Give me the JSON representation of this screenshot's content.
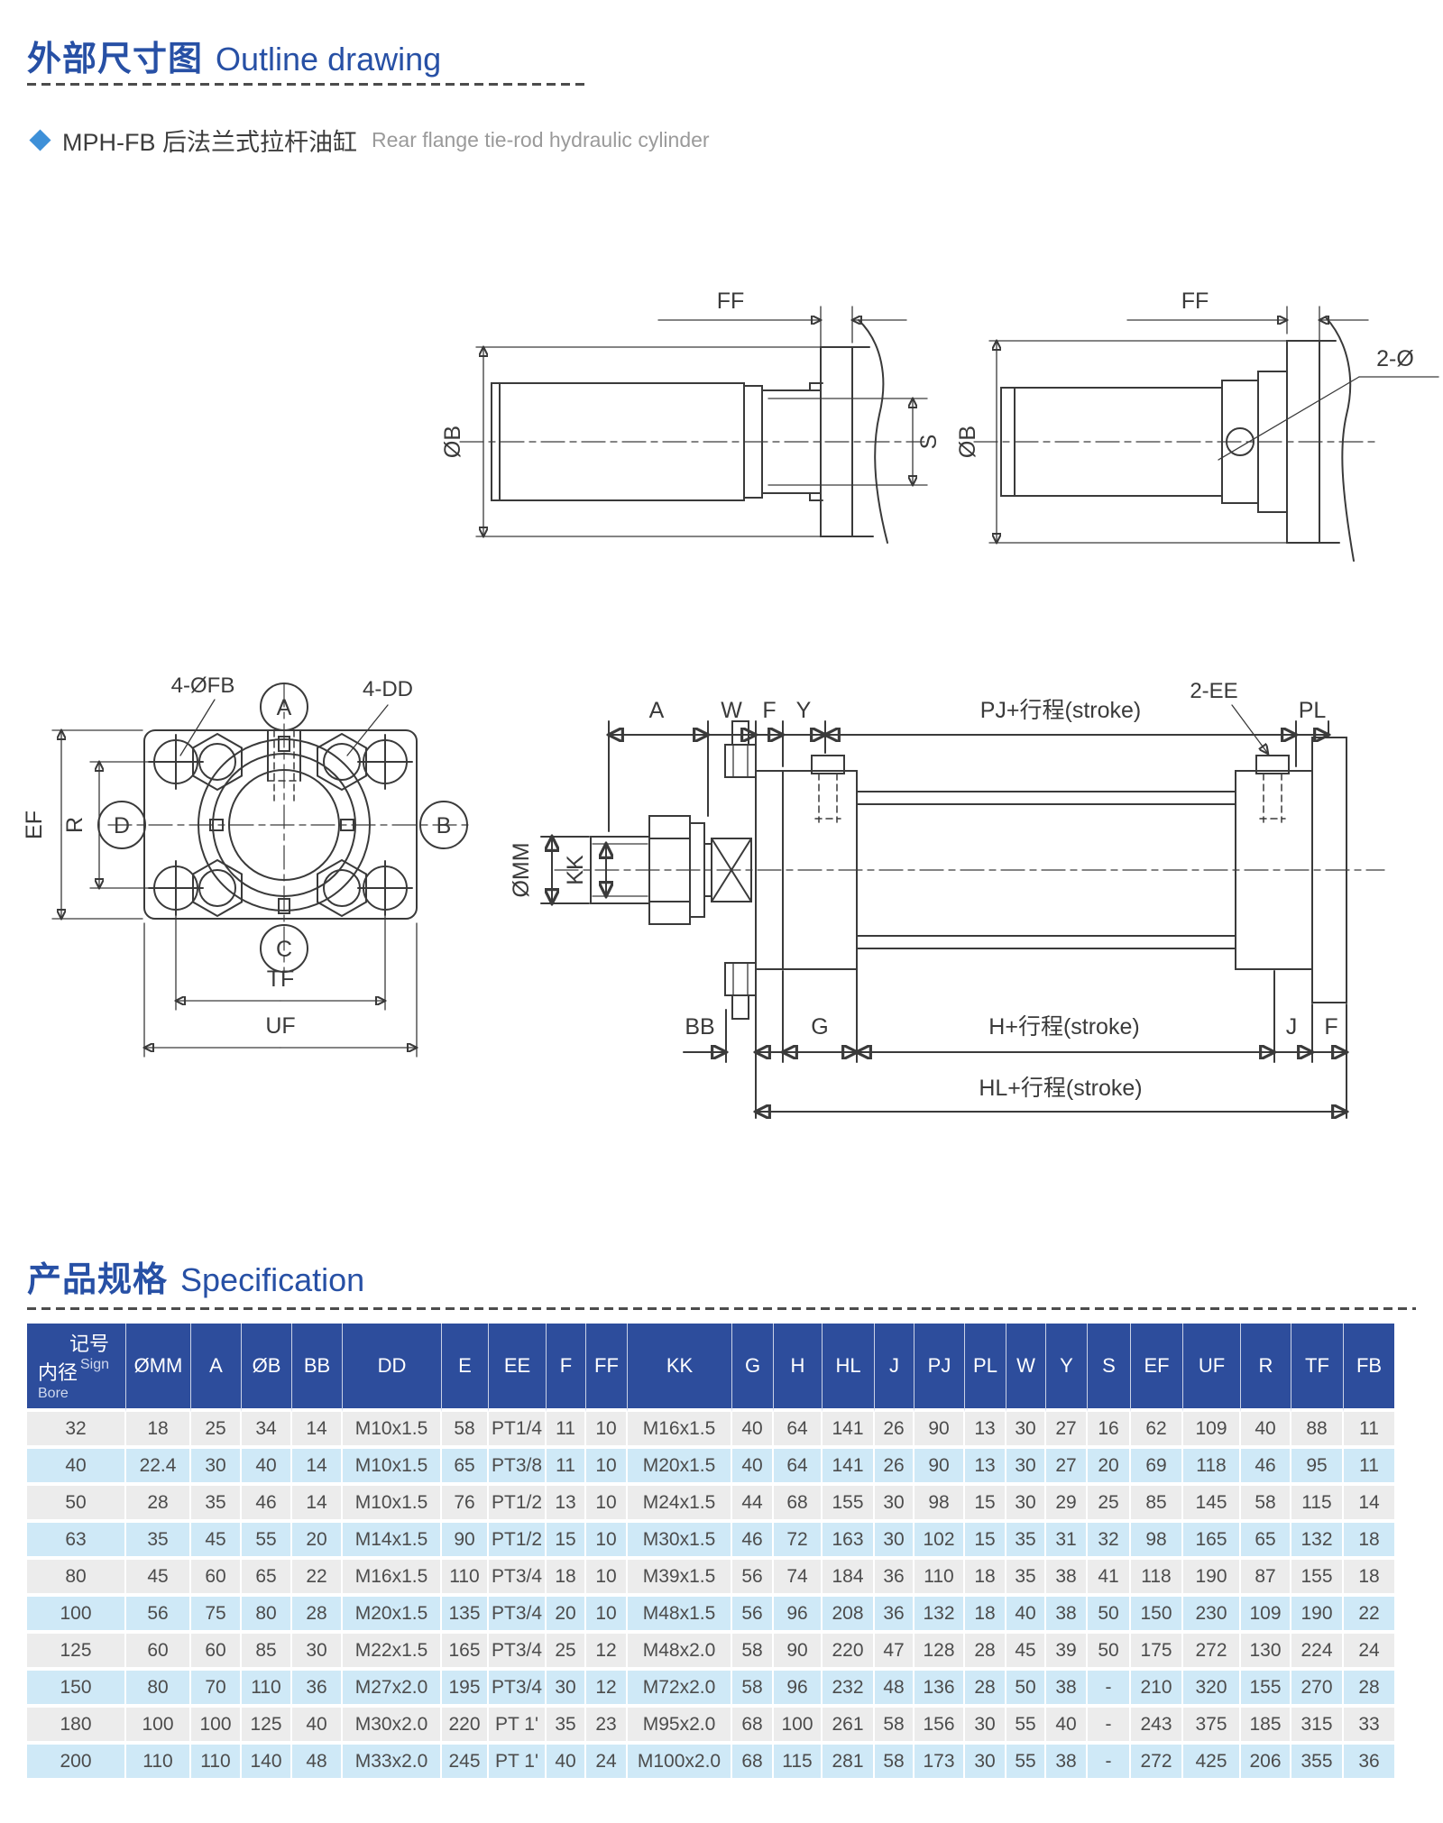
{
  "header": {
    "title_zh": "外部尺寸图",
    "title_en": "Outline drawing",
    "bullet_zh": "MPH-FB 后法兰式拉杆油缸",
    "bullet_en": "Rear flange tie-rod hydraulic cylinder"
  },
  "spec_header": {
    "title_zh": "产品规格",
    "title_en": "Specification"
  },
  "colors": {
    "heading_blue": "#2750a5",
    "diamond_blue": "#3e90d8",
    "table_header_blue": "#2d4d9c",
    "row_gray": "#ececec",
    "row_blue": "#cfe9f7",
    "line_color": "#3a3a3a"
  },
  "drawings": {
    "rod_end_left": {
      "ff": "FF",
      "ob": "ØB",
      "s": "S"
    },
    "rod_end_right": {
      "ff": "FF",
      "ob": "ØB",
      "hole": "2-Ø"
    },
    "flange_front": {
      "fb": "4-ØFB",
      "dd": "4-DD",
      "a": "A",
      "b": "B",
      "c": "C",
      "d": "D",
      "ef": "EF",
      "r": "R",
      "tf": "TF",
      "uf": "UF"
    },
    "side_view": {
      "a": "A",
      "w": "W",
      "f": "F",
      "y": "Y",
      "pj": "PJ+行程(stroke)",
      "pl": "PL",
      "ee": "2-EE",
      "omm": "ØMM",
      "kk": "KK",
      "bb": "BB",
      "g": "G",
      "h": "H+行程(stroke)",
      "j": "J",
      "f2": "F",
      "hl": "HL+行程(stroke)"
    }
  },
  "spec_table": {
    "corner": {
      "sign_zh": "记号",
      "sign_en": "Sign",
      "bore_zh": "内径",
      "bore_en": "Bore"
    },
    "columns": [
      "ØMM",
      "A",
      "ØB",
      "BB",
      "DD",
      "E",
      "EE",
      "F",
      "FF",
      "KK",
      "G",
      "H",
      "HL",
      "J",
      "PJ",
      "PL",
      "W",
      "Y",
      "S",
      "EF",
      "UF",
      "R",
      "TF",
      "FB"
    ],
    "rows": [
      {
        "bore": "32",
        "values": [
          "18",
          "25",
          "34",
          "14",
          "M10x1.5",
          "58",
          "PT1/4",
          "11",
          "10",
          "M16x1.5",
          "40",
          "64",
          "141",
          "26",
          "90",
          "13",
          "30",
          "27",
          "16",
          "62",
          "109",
          "40",
          "88",
          "11"
        ]
      },
      {
        "bore": "40",
        "values": [
          "22.4",
          "30",
          "40",
          "14",
          "M10x1.5",
          "65",
          "PT3/8",
          "11",
          "10",
          "M20x1.5",
          "40",
          "64",
          "141",
          "26",
          "90",
          "13",
          "30",
          "27",
          "20",
          "69",
          "118",
          "46",
          "95",
          "11"
        ]
      },
      {
        "bore": "50",
        "values": [
          "28",
          "35",
          "46",
          "14",
          "M10x1.5",
          "76",
          "PT1/2",
          "13",
          "10",
          "M24x1.5",
          "44",
          "68",
          "155",
          "30",
          "98",
          "15",
          "30",
          "29",
          "25",
          "85",
          "145",
          "58",
          "115",
          "14"
        ]
      },
      {
        "bore": "63",
        "values": [
          "35",
          "45",
          "55",
          "20",
          "M14x1.5",
          "90",
          "PT1/2",
          "15",
          "10",
          "M30x1.5",
          "46",
          "72",
          "163",
          "30",
          "102",
          "15",
          "35",
          "31",
          "32",
          "98",
          "165",
          "65",
          "132",
          "18"
        ]
      },
      {
        "bore": "80",
        "values": [
          "45",
          "60",
          "65",
          "22",
          "M16x1.5",
          "110",
          "PT3/4",
          "18",
          "10",
          "M39x1.5",
          "56",
          "74",
          "184",
          "36",
          "110",
          "18",
          "35",
          "38",
          "41",
          "118",
          "190",
          "87",
          "155",
          "18"
        ]
      },
      {
        "bore": "100",
        "values": [
          "56",
          "75",
          "80",
          "28",
          "M20x1.5",
          "135",
          "PT3/4",
          "20",
          "10",
          "M48x1.5",
          "56",
          "96",
          "208",
          "36",
          "132",
          "18",
          "40",
          "38",
          "50",
          "150",
          "230",
          "109",
          "190",
          "22"
        ]
      },
      {
        "bore": "125",
        "values": [
          "60",
          "60",
          "85",
          "30",
          "M22x1.5",
          "165",
          "PT3/4",
          "25",
          "12",
          "M48x2.0",
          "58",
          "90",
          "220",
          "47",
          "128",
          "28",
          "45",
          "39",
          "50",
          "175",
          "272",
          "130",
          "224",
          "24"
        ]
      },
      {
        "bore": "150",
        "values": [
          "80",
          "70",
          "110",
          "36",
          "M27x2.0",
          "195",
          "PT3/4",
          "30",
          "12",
          "M72x2.0",
          "58",
          "96",
          "232",
          "48",
          "136",
          "28",
          "50",
          "38",
          "-",
          "210",
          "320",
          "155",
          "270",
          "28"
        ]
      },
      {
        "bore": "180",
        "values": [
          "100",
          "100",
          "125",
          "40",
          "M30x2.0",
          "220",
          "PT 1'",
          "35",
          "23",
          "M95x2.0",
          "68",
          "100",
          "261",
          "58",
          "156",
          "30",
          "55",
          "40",
          "-",
          "243",
          "375",
          "185",
          "315",
          "33"
        ]
      },
      {
        "bore": "200",
        "values": [
          "110",
          "110",
          "140",
          "48",
          "M33x2.0",
          "245",
          "PT 1'",
          "40",
          "24",
          "M100x2.0",
          "68",
          "115",
          "281",
          "58",
          "173",
          "30",
          "55",
          "38",
          "-",
          "272",
          "425",
          "206",
          "355",
          "36"
        ]
      }
    ]
  }
}
